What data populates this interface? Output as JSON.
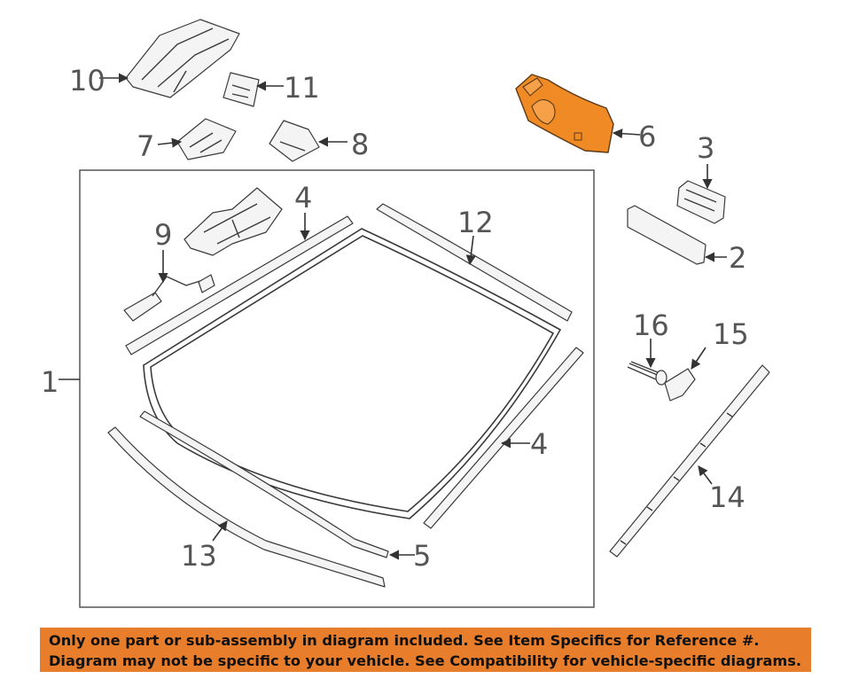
{
  "diagram": {
    "callouts": {
      "c1": "1",
      "c2": "2",
      "c3": "3",
      "c4a": "4",
      "c4b": "4",
      "c5": "5",
      "c6": "6",
      "c7": "7",
      "c8": "8",
      "c9": "9",
      "c10": "10",
      "c11": "11",
      "c12": "12",
      "c13": "13",
      "c14": "14",
      "c15": "15",
      "c16": "16"
    },
    "highlight_color": "#f08a24"
  },
  "disclaimer": {
    "line1": "Only one part or sub-assembly in diagram included. See Item Specifics for Reference #.",
    "line2": "Diagram may not be specific to your vehicle. See Compatibility for vehicle-specific diagrams.",
    "background_color": "#e87d2b"
  }
}
